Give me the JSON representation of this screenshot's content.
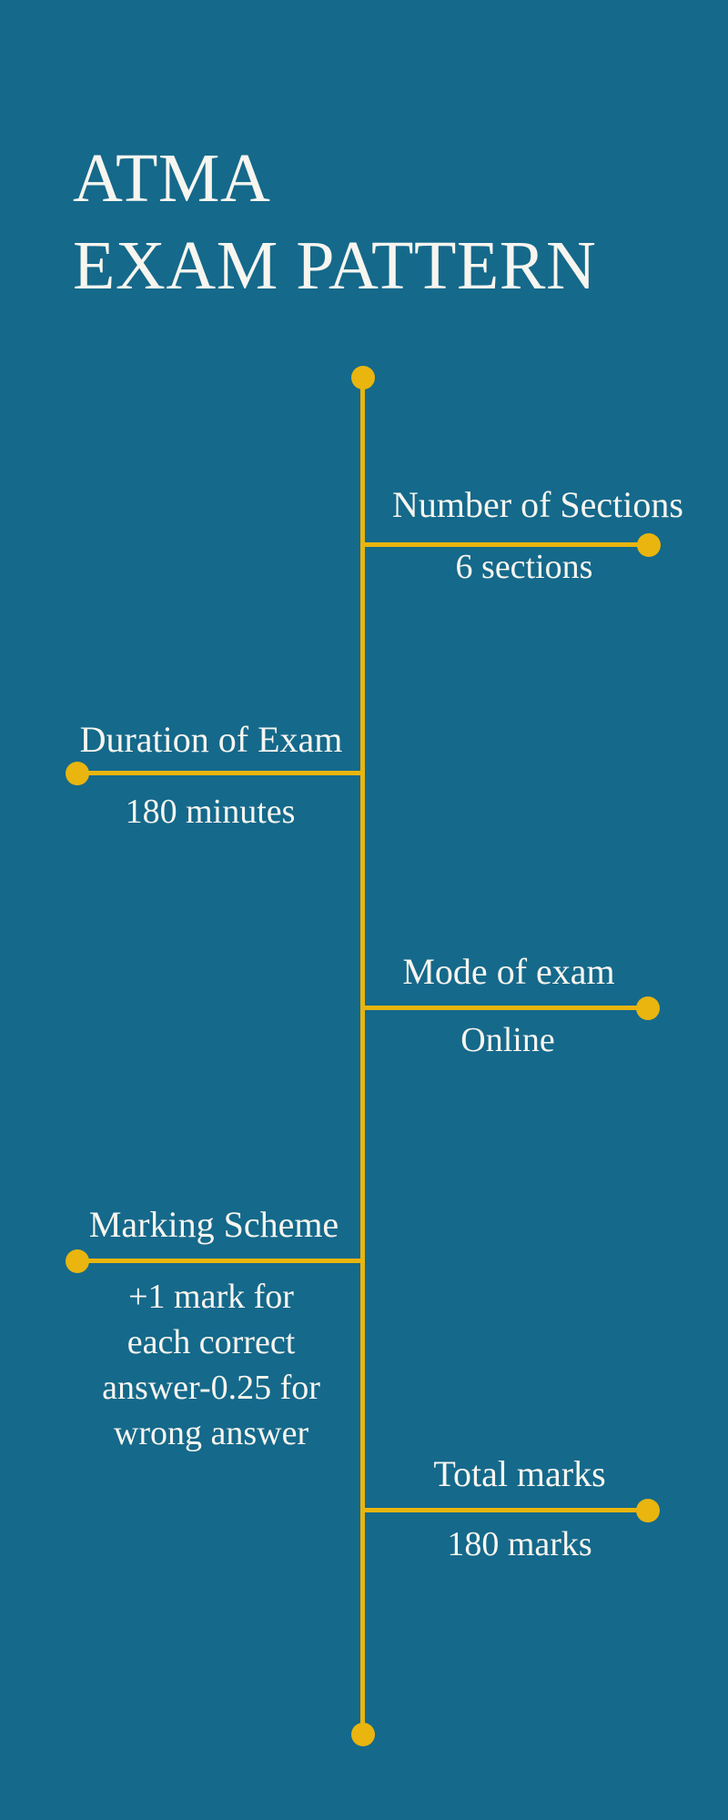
{
  "title": {
    "line1": "ATMA",
    "line2": "EXAM PATTERN"
  },
  "theme": {
    "background": "#15698B",
    "accent": "#E9B50E",
    "text": "#F7F5EF"
  },
  "timeline": {
    "items": [
      {
        "label": "Number of Sections",
        "value": "6 sections",
        "side": "right"
      },
      {
        "label": "Duration of Exam",
        "value": "180 minutes",
        "side": "left"
      },
      {
        "label": "Mode of exam",
        "value": "Online",
        "side": "right"
      },
      {
        "label": "Marking Scheme",
        "value": "+1 mark for\neach correct\nanswer-0.25 for\nwrong answer",
        "side": "left"
      },
      {
        "label": "Total marks",
        "value": "180 marks",
        "side": "right"
      }
    ]
  }
}
